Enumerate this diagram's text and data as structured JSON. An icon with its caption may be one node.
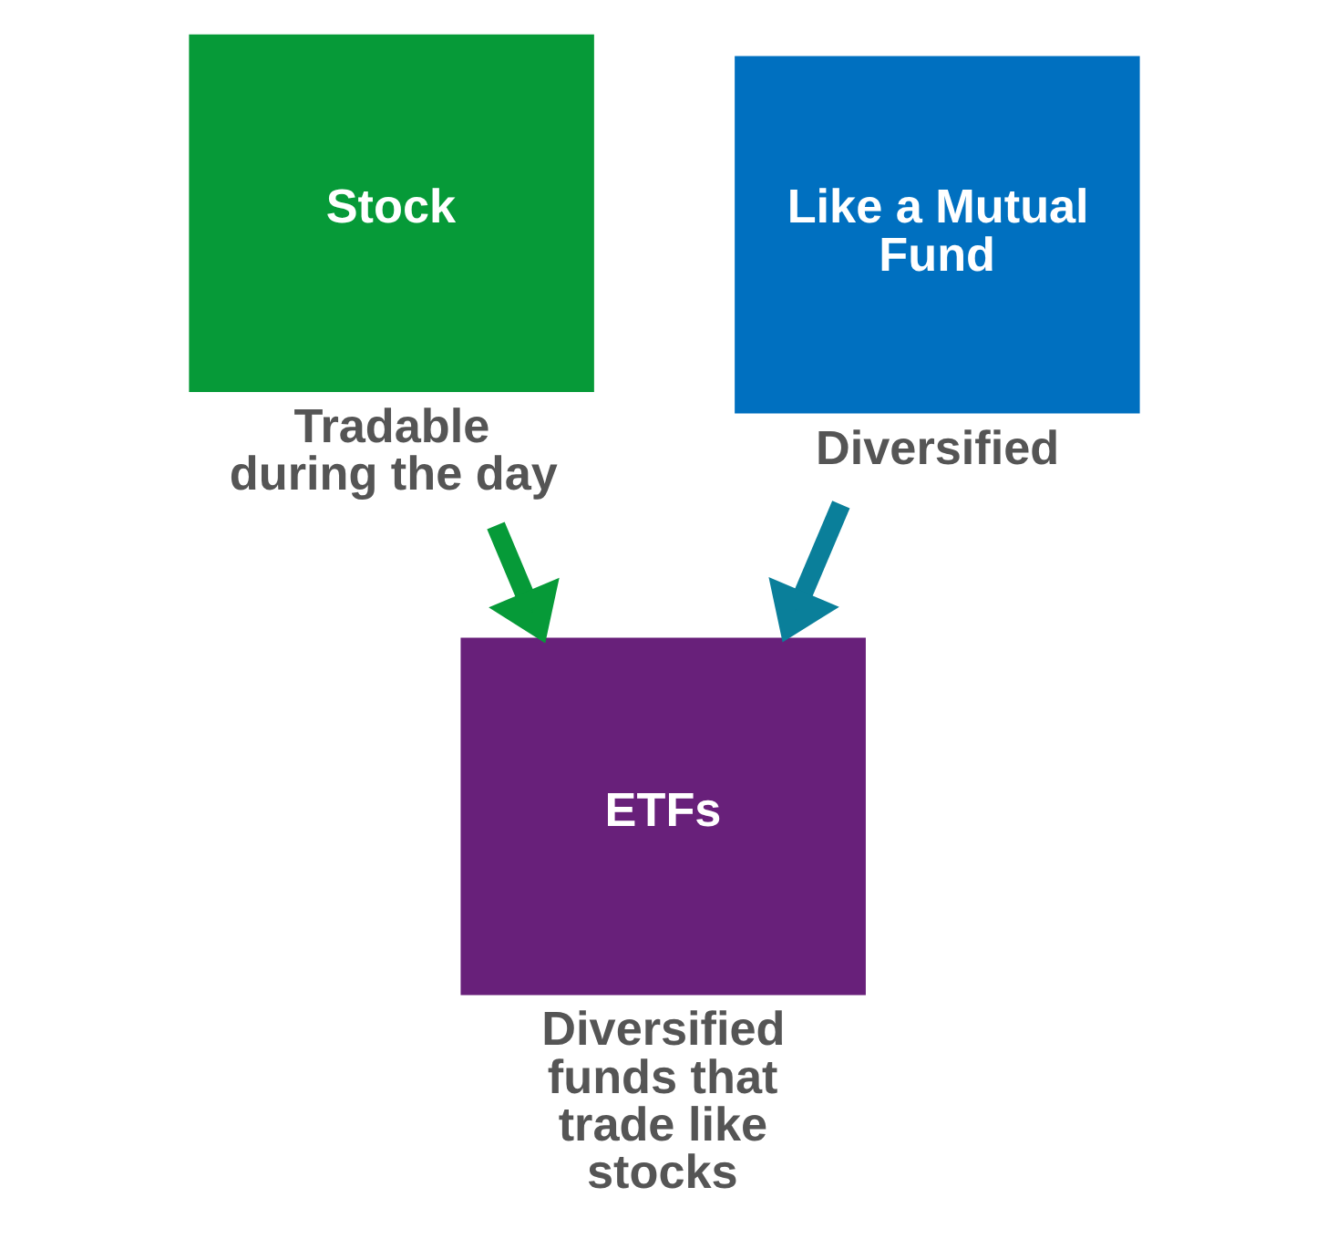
{
  "diagram": {
    "nodes": [
      {
        "text": [
          "Stock"
        ],
        "beside": [
          "Tradable during the day"
        ]
      },
      {
        "text": [
          "Like a Mutual Fund"
        ],
        "beside": [
          "Diversified"
        ]
      },
      {
        "text": [
          "ETFs"
        ],
        "beside": [
          "Diversified funds that trade like stocks"
        ]
      }
    ],
    "edges": [
      {
        "from": 0,
        "to": 2,
        "arrow": "to",
        "color": "#069a38"
      },
      {
        "from": 1,
        "to": 2,
        "arrow": "to",
        "color": "#0a7f9a"
      }
    ]
  }
}
